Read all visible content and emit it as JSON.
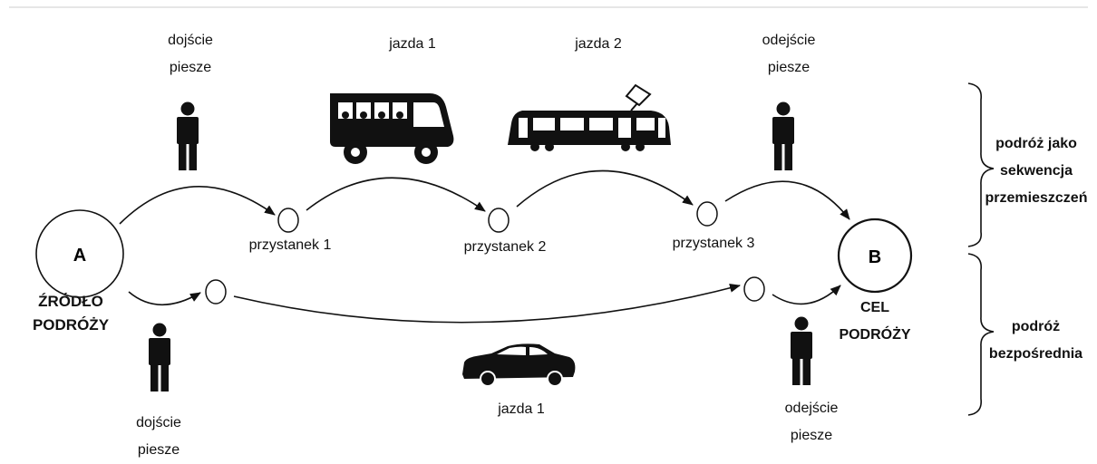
{
  "nodes": {
    "origin_letter": "A",
    "dest_letter": "B"
  },
  "labels": {
    "origin_caption": "ŹRÓDŁO\nPODRÓŻY",
    "dest_caption": "CEL\nPODRÓŻY",
    "walk_in_top": "dojście\npiesze",
    "walk_out_top": "odejście\npiesze",
    "walk_in_bottom": "dojście\npiesze",
    "walk_out_bottom": "odejście\npiesze",
    "ride_1_bus": "jazda 1",
    "ride_2_tram": "jazda 2",
    "ride_1_car": "jazda 1",
    "stop_1": "przystanek 1",
    "stop_2": "przystanek 2",
    "stop_3": "przystanek 3",
    "brace_top": "podróż jako\nsekwencja\nprzemieszczeń",
    "brace_bottom": "podróż\nbezpośrednia"
  },
  "icons": {
    "person": "pedestrian-icon",
    "bus": "bus-icon",
    "tram": "tram-icon",
    "car": "car-icon"
  },
  "colors": {
    "stroke": "#111111",
    "background": "#ffffff"
  }
}
